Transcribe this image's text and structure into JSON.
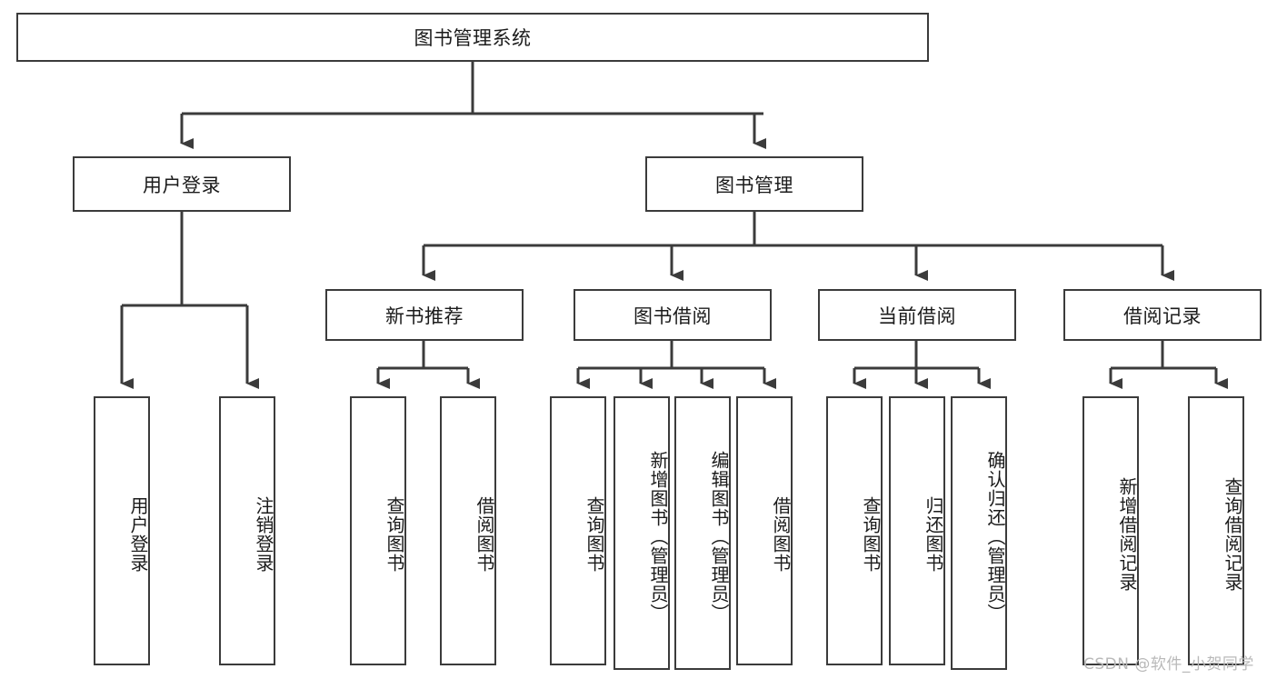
{
  "diagram": {
    "title": "图书管理系统",
    "type": "hierarchy-tree",
    "watermark": "CSDN @软件_小贺同学",
    "colors": {
      "stroke": "#3b3b3b",
      "fill": "#ffffff",
      "text": "#1b1b1b",
      "watermark": "#b9b9b9"
    },
    "nodes": {
      "root": {
        "label": "图书管理系统",
        "orientation": "horizontal"
      },
      "level2": [
        {
          "id": "user-login",
          "label": "用户登录",
          "orientation": "horizontal"
        },
        {
          "id": "book-manage",
          "label": "图书管理",
          "orientation": "horizontal"
        }
      ],
      "level3": [
        {
          "id": "new-book-recommend",
          "label": "新书推荐",
          "orientation": "horizontal"
        },
        {
          "id": "book-borrow",
          "label": "图书借阅",
          "orientation": "horizontal"
        },
        {
          "id": "current-borrow",
          "label": "当前借阅",
          "orientation": "horizontal"
        },
        {
          "id": "borrow-record",
          "label": "借阅记录",
          "orientation": "horizontal"
        }
      ],
      "leaves": [
        {
          "id": "leaf-user-login",
          "parent": "user-login",
          "label": "用户登录",
          "orientation": "vertical"
        },
        {
          "id": "leaf-logout",
          "parent": "user-login",
          "label": "注销登录",
          "orientation": "vertical"
        },
        {
          "id": "leaf-query-book-1",
          "parent": "new-book-recommend",
          "label": "查询图书",
          "orientation": "vertical"
        },
        {
          "id": "leaf-borrow-book-1",
          "parent": "new-book-recommend",
          "label": "借阅图书",
          "orientation": "vertical"
        },
        {
          "id": "leaf-query-book-2",
          "parent": "book-borrow",
          "label": "查询图书",
          "orientation": "vertical"
        },
        {
          "id": "leaf-add-book",
          "parent": "book-borrow",
          "label": "新增图书（管理员）",
          "orientation": "vertical"
        },
        {
          "id": "leaf-edit-book",
          "parent": "book-borrow",
          "label": "编辑图书（管理员）",
          "orientation": "vertical"
        },
        {
          "id": "leaf-borrow-book-2",
          "parent": "book-borrow",
          "label": "借阅图书",
          "orientation": "vertical"
        },
        {
          "id": "leaf-query-book-3",
          "parent": "current-borrow",
          "label": "查询图书",
          "orientation": "vertical"
        },
        {
          "id": "leaf-return-book",
          "parent": "current-borrow",
          "label": "归还图书",
          "orientation": "vertical"
        },
        {
          "id": "leaf-confirm-return",
          "parent": "current-borrow",
          "label": "确认归还（管理员）",
          "orientation": "vertical"
        },
        {
          "id": "leaf-add-record",
          "parent": "borrow-record",
          "label": "新增借阅记录",
          "orientation": "vertical"
        },
        {
          "id": "leaf-query-record",
          "parent": "borrow-record",
          "label": "查询借阅记录",
          "orientation": "vertical"
        }
      ]
    }
  }
}
